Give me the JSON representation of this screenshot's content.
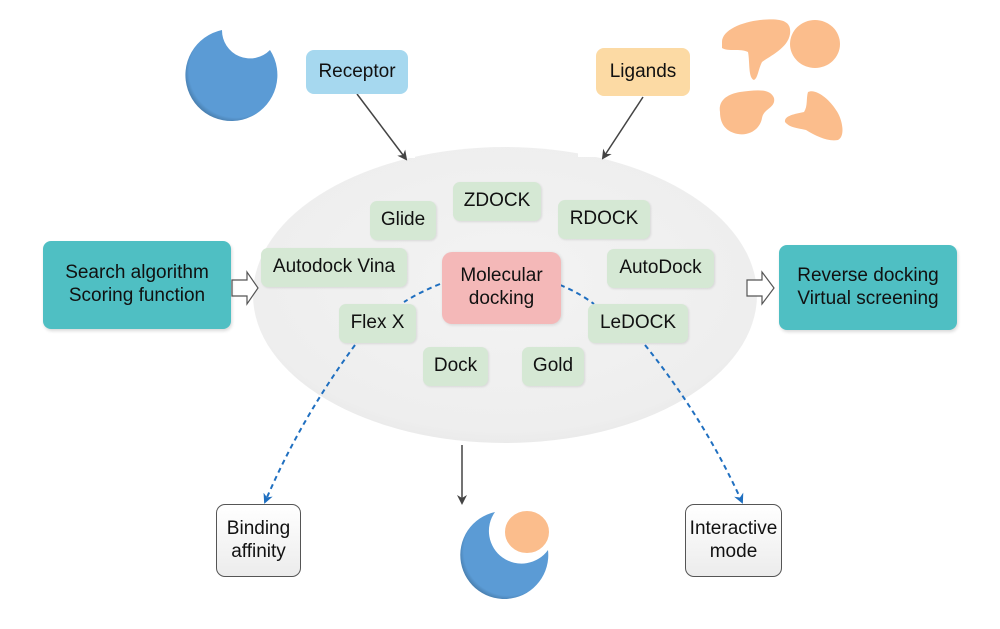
{
  "diagram": {
    "inputs": {
      "receptor_label": "Receptor",
      "ligands_label": "Ligands"
    },
    "center_label_line1": "Molecular",
    "center_label_line2": "docking",
    "tools": [
      "ZDOCK",
      "Glide",
      "RDOCK",
      "Autodock Vina",
      "AutoDock",
      "Flex X",
      "LeDOCK",
      "Dock",
      "Gold"
    ],
    "left_box": {
      "line1": "Search algorithm",
      "line2": "Scoring function"
    },
    "right_box": {
      "line1": "Reverse docking",
      "line2": "Virtual screening"
    },
    "outputs": {
      "left_line1": "Binding",
      "left_line2": "affinity",
      "right_line1": "Interactive",
      "right_line2": "mode"
    },
    "icons": {
      "receptor_shape": "receptor-pac-circle-icon",
      "ligands_shape": "ligand-blobs-icon",
      "complex_shape": "receptor-ligand-complex-icon"
    },
    "colors": {
      "receptor_blue": "#5b9bd5",
      "ligand_orange": "#fbbd8c",
      "tool_green": "#d5e8d4",
      "center_pink": "#f4b8b8",
      "teal": "#4fbfc3",
      "dashed_blue": "#1f6fc0"
    }
  }
}
